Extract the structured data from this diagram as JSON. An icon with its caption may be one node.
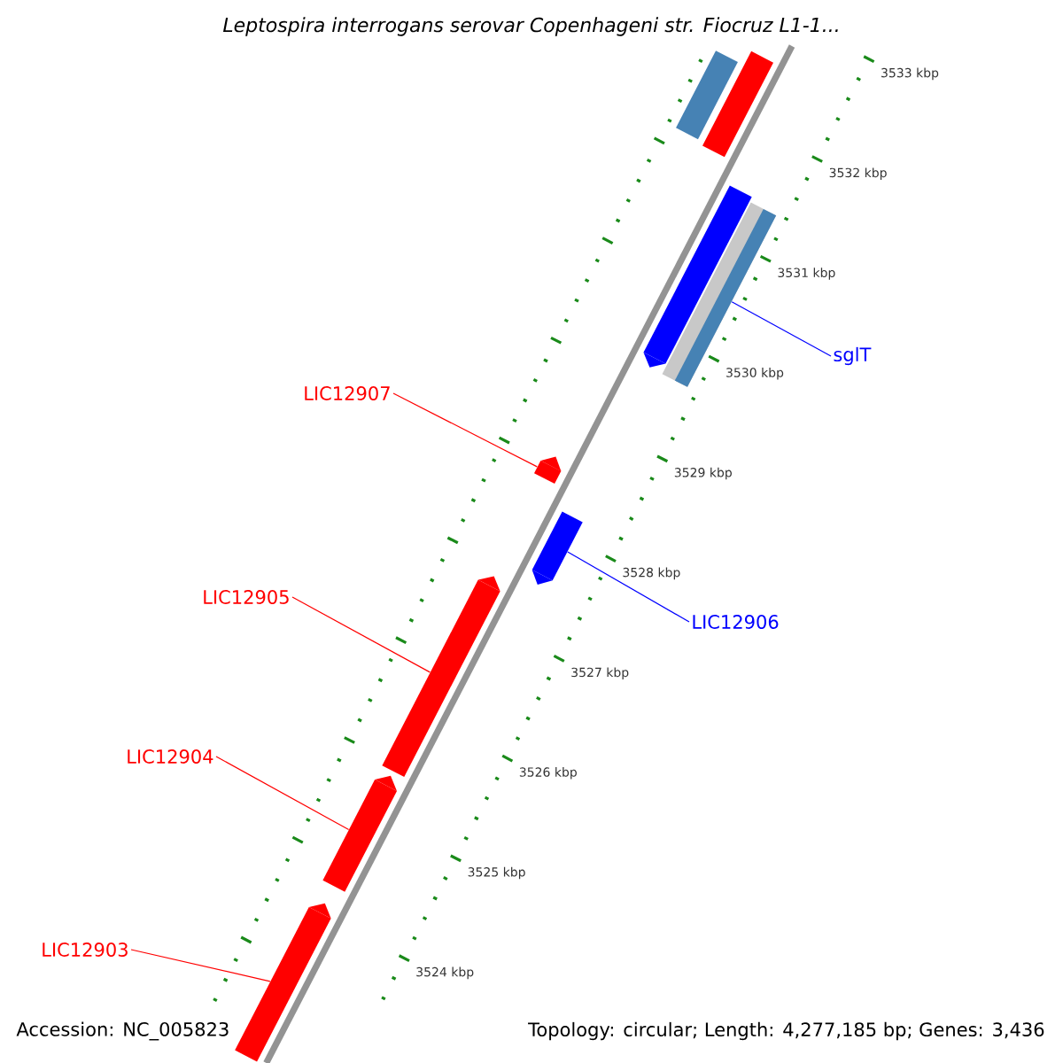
{
  "diagram": {
    "title": "Leptospira interrogans serovar Copenhageni str. Fiocruz L1-1...",
    "nodes": [
      {
        "text": [],
        "shape": "bar"
      },
      {
        "text": [],
        "shape": "bar"
      },
      {
        "text": [],
        "shape": "bar"
      },
      {
        "text": [],
        "shape": "bar"
      },
      {
        "text": [
          "sglT"
        ]
      },
      {
        "text": [
          "LIC12907"
        ]
      },
      {
        "text": [],
        "shape": "bar"
      },
      {
        "text": [],
        "shape": "bar"
      },
      {
        "text": [
          "LIC12905"
        ]
      },
      {
        "text": [
          "LIC12906"
        ]
      },
      {
        "text": [],
        "shape": "bar"
      },
      {
        "text": [
          "LIC12904"
        ]
      },
      {
        "text": [],
        "shape": "bar"
      },
      {
        "text": [
          "LIC12903"
        ]
      },
      {
        "text": [],
        "shape": "bar"
      }
    ],
    "edges": [
      {
        "from": 4,
        "to": 3,
        "arrow": "none",
        "color": "#0000ff"
      },
      {
        "from": 5,
        "to": 6,
        "arrow": "none"
      },
      {
        "from": 9,
        "to": 7,
        "arrow": "none",
        "color": "#0000ff"
      },
      {
        "from": 8,
        "to": 10,
        "arrow": "none"
      },
      {
        "from": 11,
        "to": 12,
        "arrow": "none"
      },
      {
        "from": 13,
        "to": 14,
        "arrow": "none"
      }
    ],
    "labels": [
      "3533 kbp",
      "3532 kbp",
      "3531 kbp",
      "3530 kbp",
      "3529 kbp",
      "3528 kbp",
      "3527 kbp",
      "3526 kbp",
      "3525 kbp",
      "3524 kbp",
      "Accession: NC_005823",
      "Topology: circular; Length: 4,277,185 bp; Genes: 3,436"
    ]
  }
}
